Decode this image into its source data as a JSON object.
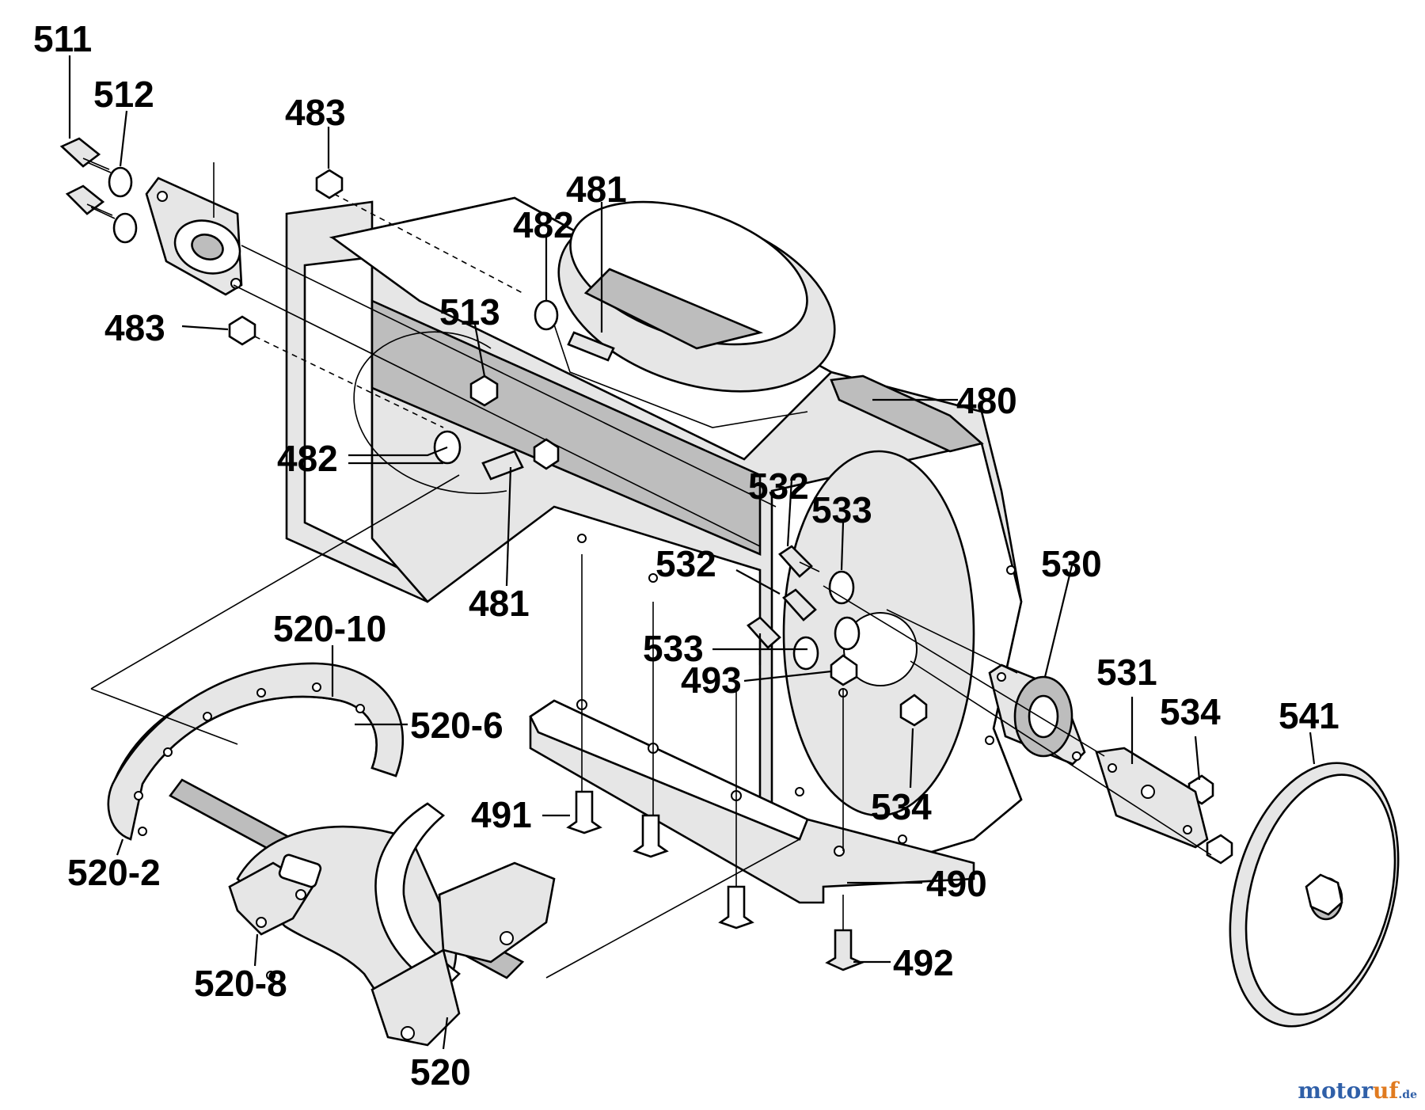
{
  "labels": {
    "p511": "511",
    "p512": "512",
    "p483a": "483",
    "p483b": "483",
    "p481a": "481",
    "p482a": "482",
    "p513": "513",
    "p480": "480",
    "p482b": "482",
    "p532a": "532",
    "p533a": "533",
    "p481b": "481",
    "p530": "530",
    "p532b": "532",
    "p520_10": "520-10",
    "p533b": "533",
    "p493": "493",
    "p531": "531",
    "p541": "541",
    "p534a": "534",
    "p520_6": "520-6",
    "p491": "491",
    "p534b": "534",
    "p520_2": "520-2",
    "p490": "490",
    "p492": "492",
    "p520_8": "520-8",
    "p520": "520"
  },
  "watermark": {
    "part1": "motor",
    "part2": "uf",
    "part3": ".de"
  }
}
